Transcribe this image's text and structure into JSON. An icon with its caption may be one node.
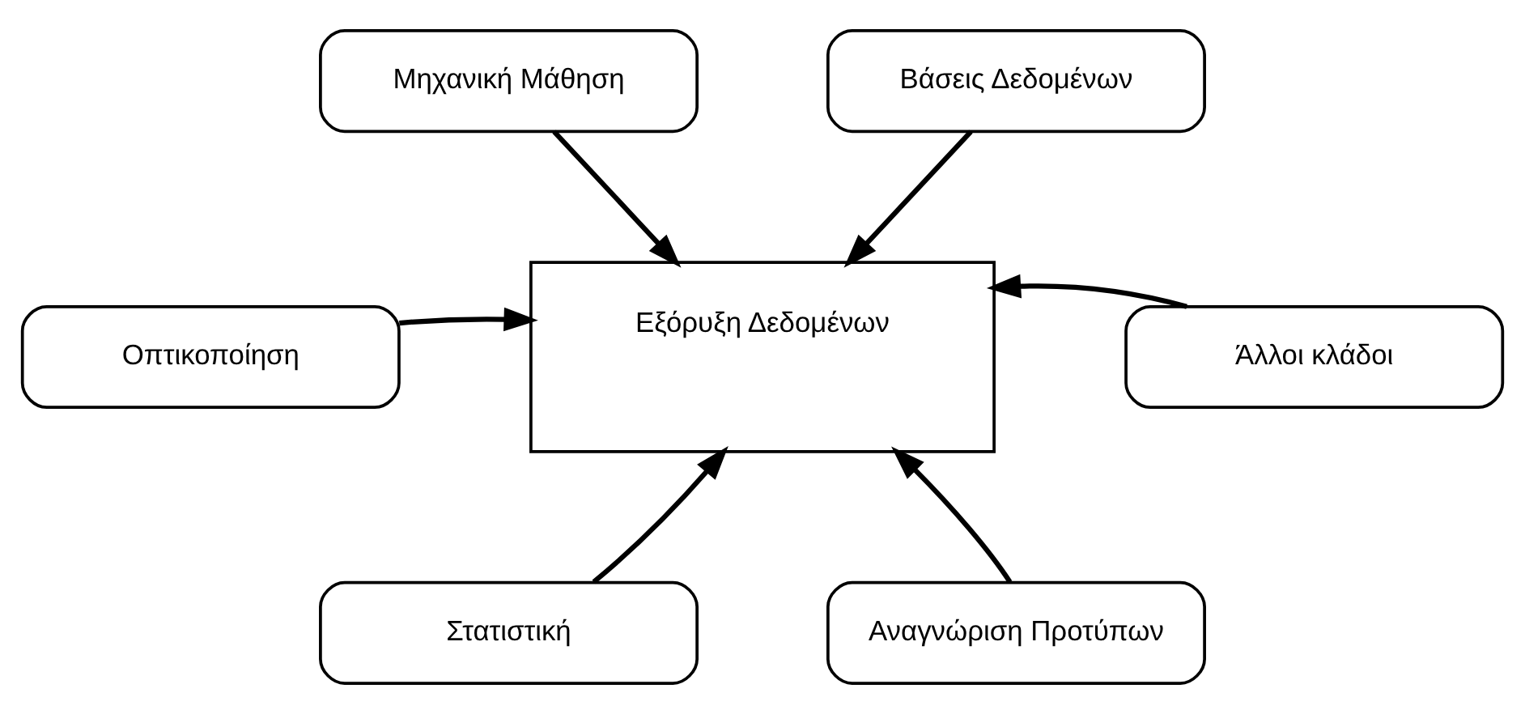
{
  "diagram": {
    "nodes": [
      {
        "text": [
          "Μηχανική Μάθηση"
        ]
      },
      {
        "text": [
          "Βάσεις Δεδομένων"
        ]
      },
      {
        "text": [
          "Οπτικοποίηση"
        ]
      },
      {
        "text": [
          "Εξόρυξη Δεδομένων"
        ]
      },
      {
        "text": [
          "Άλλοι κλάδοι"
        ]
      },
      {
        "text": [
          "Στατιστική"
        ]
      },
      {
        "text": [
          "Αναγνώριση Προτύπων"
        ]
      }
    ],
    "edges": [
      {
        "from": 0,
        "to": 3,
        "arrow": "to"
      },
      {
        "from": 1,
        "to": 3,
        "arrow": "to"
      },
      {
        "from": 2,
        "to": 3,
        "arrow": "to"
      },
      {
        "from": 4,
        "to": 3,
        "arrow": "to"
      },
      {
        "from": 5,
        "to": 3,
        "arrow": "to"
      },
      {
        "from": 6,
        "to": 3,
        "arrow": "to"
      }
    ]
  }
}
